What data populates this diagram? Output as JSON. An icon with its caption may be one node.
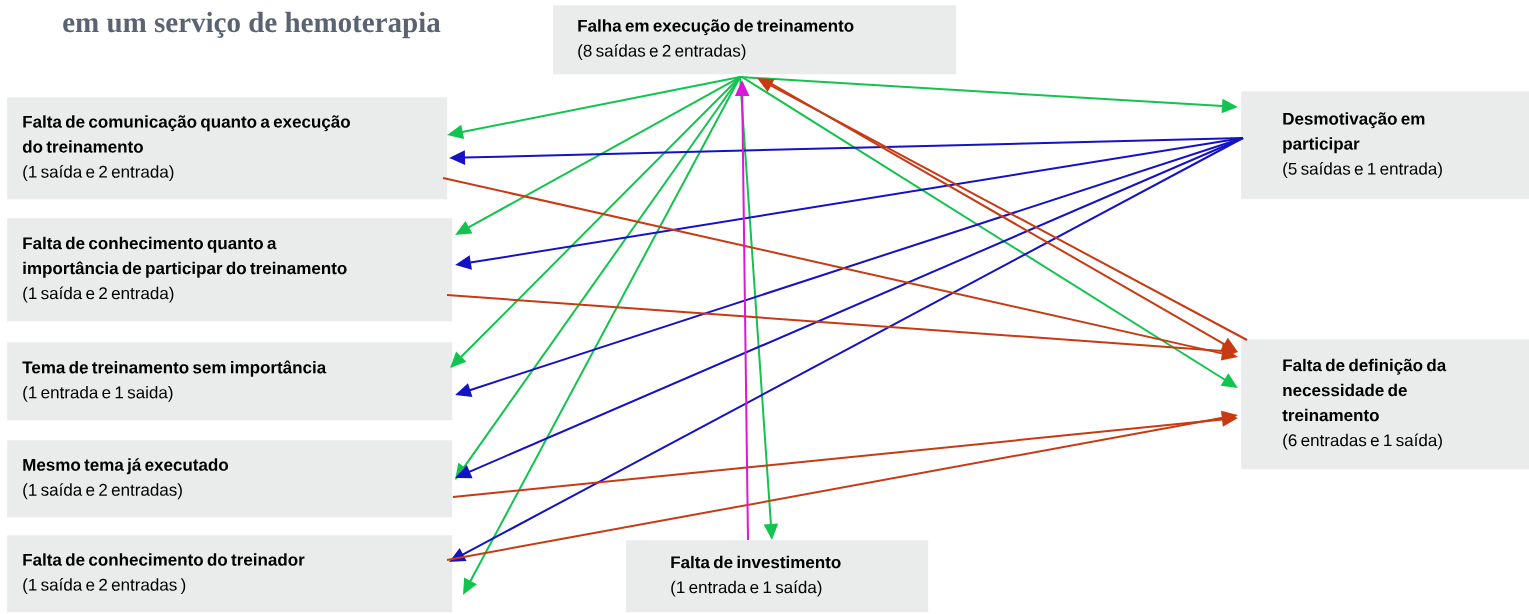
{
  "diagram": {
    "title": "em um serviço de hemoterapia",
    "nodes": [
      {
        "text": [
          "Falha em execução de treinamento",
          "(8 saídas e 2 entradas)"
        ]
      },
      {
        "text": [
          "Falta de comunicação quanto a execução do treinamento",
          "(1 saída e 2 entrada)"
        ]
      },
      {
        "text": [
          "Falta de conhecimento quanto a importância de participar do treinamento",
          "(1 saída e 2 entrada)"
        ]
      },
      {
        "text": [
          "Tema de treinamento sem importância",
          "(1 entrada e 1 saida)"
        ]
      },
      {
        "text": [
          "Mesmo tema já executado",
          "(1 saída e 2 entradas)"
        ]
      },
      {
        "text": [
          "Falta de conhecimento do treinador",
          "(1 saída e 2 entradas )"
        ]
      },
      {
        "text": [
          "Falta de investimento",
          "(1 entrada e 1 saída)"
        ]
      },
      {
        "text": [
          "Desmotivação em participar",
          "(5 saídas e 1 entrada)"
        ]
      },
      {
        "text": [
          "Falta de definição da necessidade de treinamento",
          "(6 entradas e 1 saída)"
        ]
      }
    ],
    "edges": [
      {
        "from": 0,
        "to": 1,
        "arrow": "to",
        "color": "#12c44f"
      },
      {
        "from": 0,
        "to": 2,
        "arrow": "to",
        "color": "#12c44f"
      },
      {
        "from": 0,
        "to": 3,
        "arrow": "to",
        "color": "#12c44f"
      },
      {
        "from": 0,
        "to": 4,
        "arrow": "to",
        "color": "#12c44f"
      },
      {
        "from": 0,
        "to": 5,
        "arrow": "to",
        "color": "#12c44f"
      },
      {
        "from": 0,
        "to": 6,
        "arrow": "to",
        "color": "#12c44f"
      },
      {
        "from": 0,
        "to": 7,
        "arrow": "to",
        "color": "#12c44f"
      },
      {
        "from": 0,
        "to": 8,
        "arrow": "to",
        "color": "#12c44f"
      },
      {
        "from": 7,
        "to": 1,
        "arrow": "to",
        "color": "#1412c4"
      },
      {
        "from": 7,
        "to": 2,
        "arrow": "to",
        "color": "#1412c4"
      },
      {
        "from": 7,
        "to": 3,
        "arrow": "to",
        "color": "#1412c4"
      },
      {
        "from": 7,
        "to": 4,
        "arrow": "to",
        "color": "#1412c4"
      },
      {
        "from": 7,
        "to": 5,
        "arrow": "to",
        "color": "#1412c4"
      },
      {
        "from": 1,
        "to": 8,
        "arrow": "to",
        "color": "#c83a12"
      },
      {
        "from": 2,
        "to": 8,
        "arrow": "to",
        "color": "#c83a12"
      },
      {
        "from": 4,
        "to": 8,
        "arrow": "to",
        "color": "#c83a12"
      },
      {
        "from": 5,
        "to": 8,
        "arrow": "to",
        "color": "#c83a12"
      },
      {
        "from": 0,
        "to": 8,
        "arrow": "to",
        "color": "#c83a12"
      },
      {
        "from": 8,
        "to": 0,
        "arrow": "to",
        "color": "#c83a12"
      },
      {
        "from": 6,
        "to": 0,
        "arrow": "to",
        "color": "#d81ad8"
      }
    ]
  }
}
